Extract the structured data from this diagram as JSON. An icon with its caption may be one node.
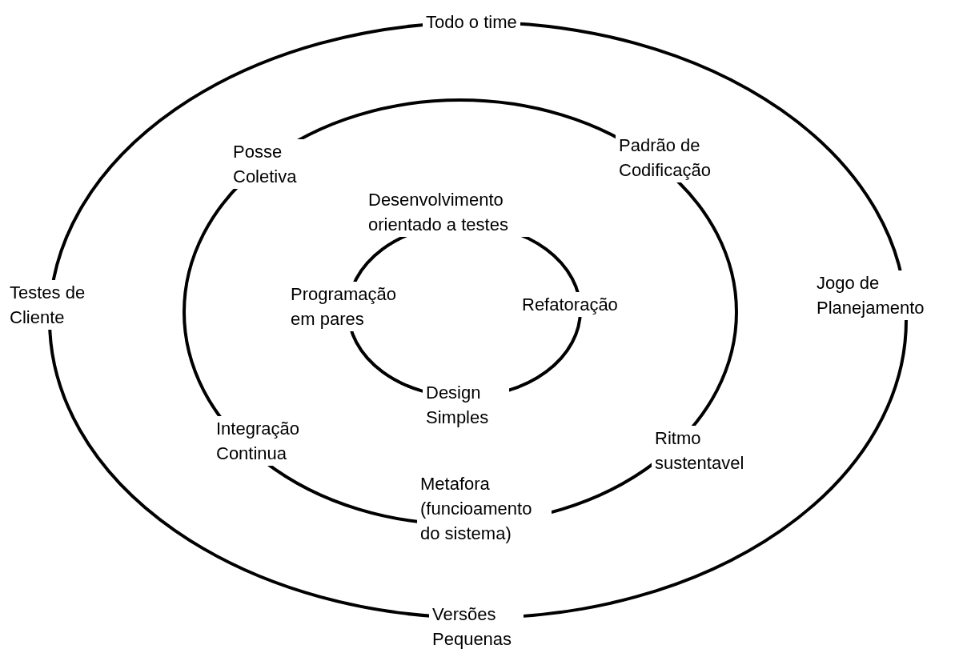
{
  "diagram": {
    "labels": [
      "Todo o time",
      "Posse Coletiva",
      "Padrão de Codificação",
      "Desenvolvimento orientado a testes",
      "Testes de Cliente",
      "Programação em pares",
      "Refatoração",
      "Jogo de Planejamento",
      "Design Simples",
      "Integração Continua",
      "Ritmo sustentavel",
      "Metafora (funcioamento do sistema)",
      "Versões Pequenas"
    ]
  }
}
